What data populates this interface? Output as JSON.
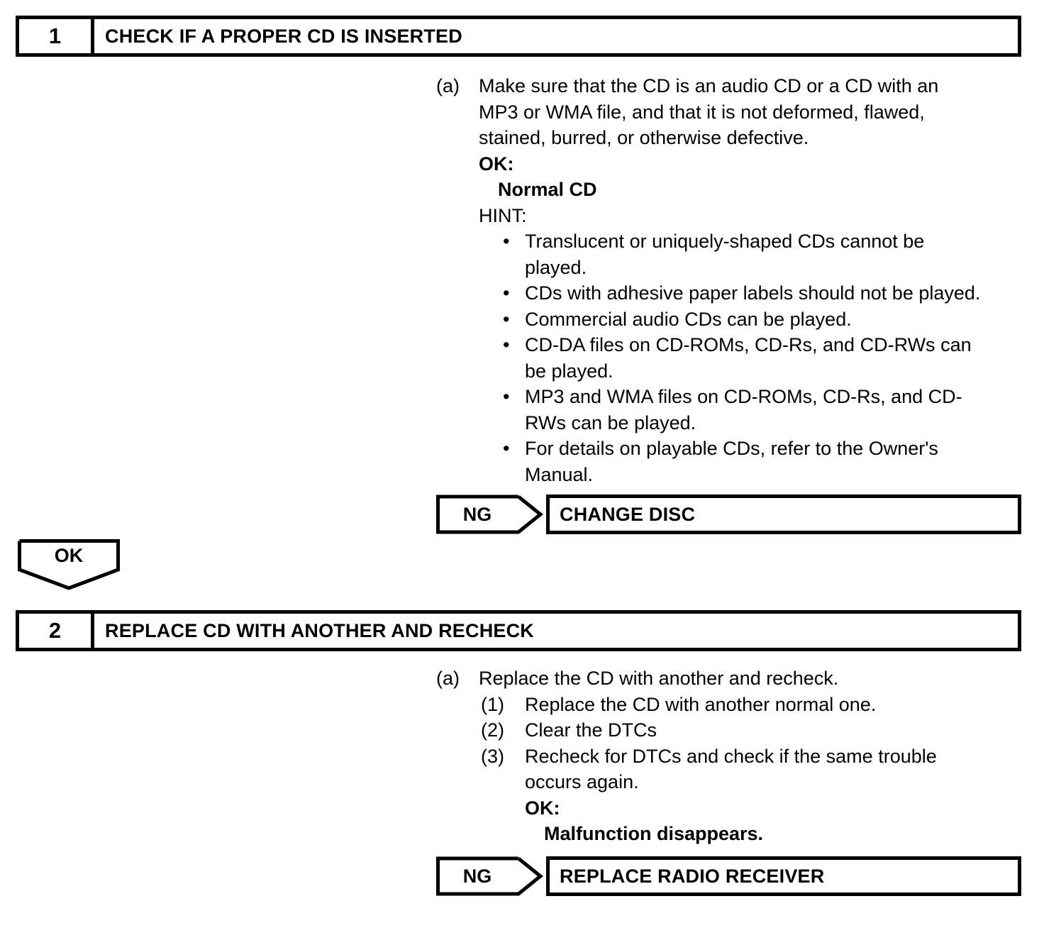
{
  "document": {
    "type": "troubleshooting-flowchart",
    "title": "CD Player Inspection Procedure"
  },
  "steps": [
    {
      "number": "1",
      "title": "CHECK IF A PROPER CD IS INSERTED",
      "item_label": "(a)",
      "paragraph_lines": [
        "Make sure that the CD is an audio CD or a CD with an",
        "MP3 or WMA file, and that it is not deformed, flawed,",
        "stained, burred, or otherwise defective."
      ],
      "ok_label": "OK:",
      "ok_value": "Normal CD",
      "hint_label": "HINT:",
      "bullets": [
        [
          "Translucent or uniquely-shaped CDs cannot be",
          "played."
        ],
        [
          "CDs with adhesive paper labels should not be played."
        ],
        [
          "Commercial audio CDs can be played."
        ],
        [
          "CD-DA files on CD-ROMs, CD-Rs, and CD-RWs can",
          "be played."
        ],
        [
          "MP3 and WMA files on CD-ROMs, CD-Rs, and CD-",
          "RWs can be played."
        ],
        [
          "For details on playable CDs, refer to the Owner's",
          "Manual."
        ]
      ],
      "ng_label": "NG",
      "ng_result": "CHANGE DISC"
    },
    {
      "number": "2",
      "title": "REPLACE CD WITH ANOTHER AND RECHECK",
      "item_label": "(a)",
      "paragraph_lines": [
        "Replace the CD with another and recheck."
      ],
      "sub_items": [
        {
          "label": "(1)",
          "lines": [
            "Replace the CD with another normal one."
          ]
        },
        {
          "label": "(2)",
          "lines": [
            "Clear the DTCs"
          ]
        },
        {
          "label": "(3)",
          "lines": [
            "Recheck for DTCs and check if the same trouble",
            "occurs again."
          ]
        }
      ],
      "ok_label": "OK:",
      "ok_value": "Malfunction disappears.",
      "ng_label": "NG",
      "ng_result": "REPLACE RADIO RECEIVER"
    }
  ],
  "connector": {
    "ok_label": "OK"
  },
  "colors": {
    "stroke": "#000000",
    "background": "#ffffff"
  }
}
